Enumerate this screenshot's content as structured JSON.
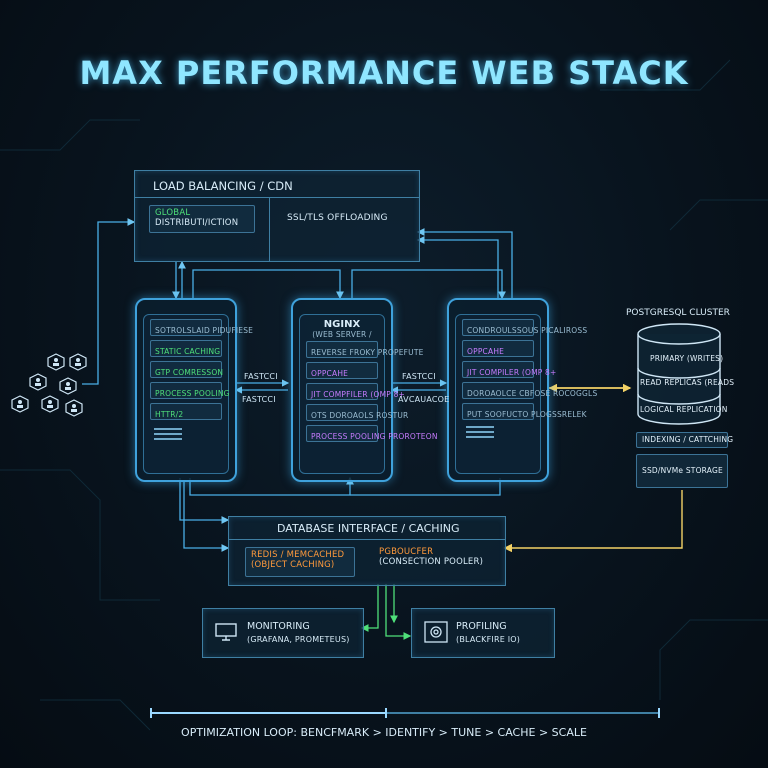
{
  "title": "MAX PERFORMANCE WEB STACK",
  "lb": {
    "header": "LOAD BALANCING / CDN",
    "global_line1": "GLOBAL",
    "global_line2": "DISTRIBUTI/ICTION",
    "ssl": "SSL/TLS OFFLOADING"
  },
  "server_left": {
    "rows": [
      "SOTROLSLAID PIDUFIESE",
      "STATIC CACHING",
      "GTP COMRESSON",
      "PROCESS POOLING",
      "HTTR/2"
    ]
  },
  "server_mid": {
    "title": "NGINX",
    "subtitle": "(WEB SERVER /",
    "rows": [
      "REVERSE FROKY PROPEFUTE",
      "OPPCAHE",
      "JIT COMPFILER (OMP 8+",
      "OTS DOROAOLS ROSTUR",
      "PROCESS POOLING PROROTEON"
    ]
  },
  "server_right": {
    "rows": [
      "CONDROULSSOUS PICALIROSS",
      "OPPCAHE",
      "JIT COMPILER (OMP 8+",
      "DOROAOLCE CBFOSE ROCOGGLS",
      "PUT SOOFUCTO PLOGSSRELEK"
    ]
  },
  "links": {
    "fastcgi_1": "FASTCCI",
    "fastcgi_1b": "FASTCCI",
    "fastcgi_2": "FASTCCI",
    "fastcgi_2b": "AVCAUACOE"
  },
  "postgres": {
    "title": "POSTGRESQL CLUSTER",
    "layers": [
      "PRIMARY (WRITES)",
      "READ REPLICAS (READS",
      "LOGICAL REPLICATION"
    ],
    "indexing": "INDEXING / CATTCHING",
    "storage": "SSD/NVMe STORAGE"
  },
  "db": {
    "header": "DATABASE INTERFACE / CACHING",
    "redis_line1": "REDIS / MEMCACHED",
    "redis_line2": "(OBJECT CACHING)",
    "pgb_line1": "PGBOUCFER",
    "pgb_line2": "(CONSECTION POOLER)"
  },
  "monitoring": {
    "line1": "MONITORING",
    "line2": "(GRAFANA, PROMETEUS)"
  },
  "profiling": {
    "line1": "PROFILING",
    "line2": "(BLACKFIRE IO)"
  },
  "footer": "OPTIMIZATION LOOP:  BENCFMARK > IDENTIFY > TUNE > CACHE > SCALE",
  "colors": {
    "accent": "#3fa2dc",
    "green": "#4fe07a",
    "purple": "#c77cff",
    "orange": "#ff9a3c",
    "yellow": "#f3d266"
  }
}
